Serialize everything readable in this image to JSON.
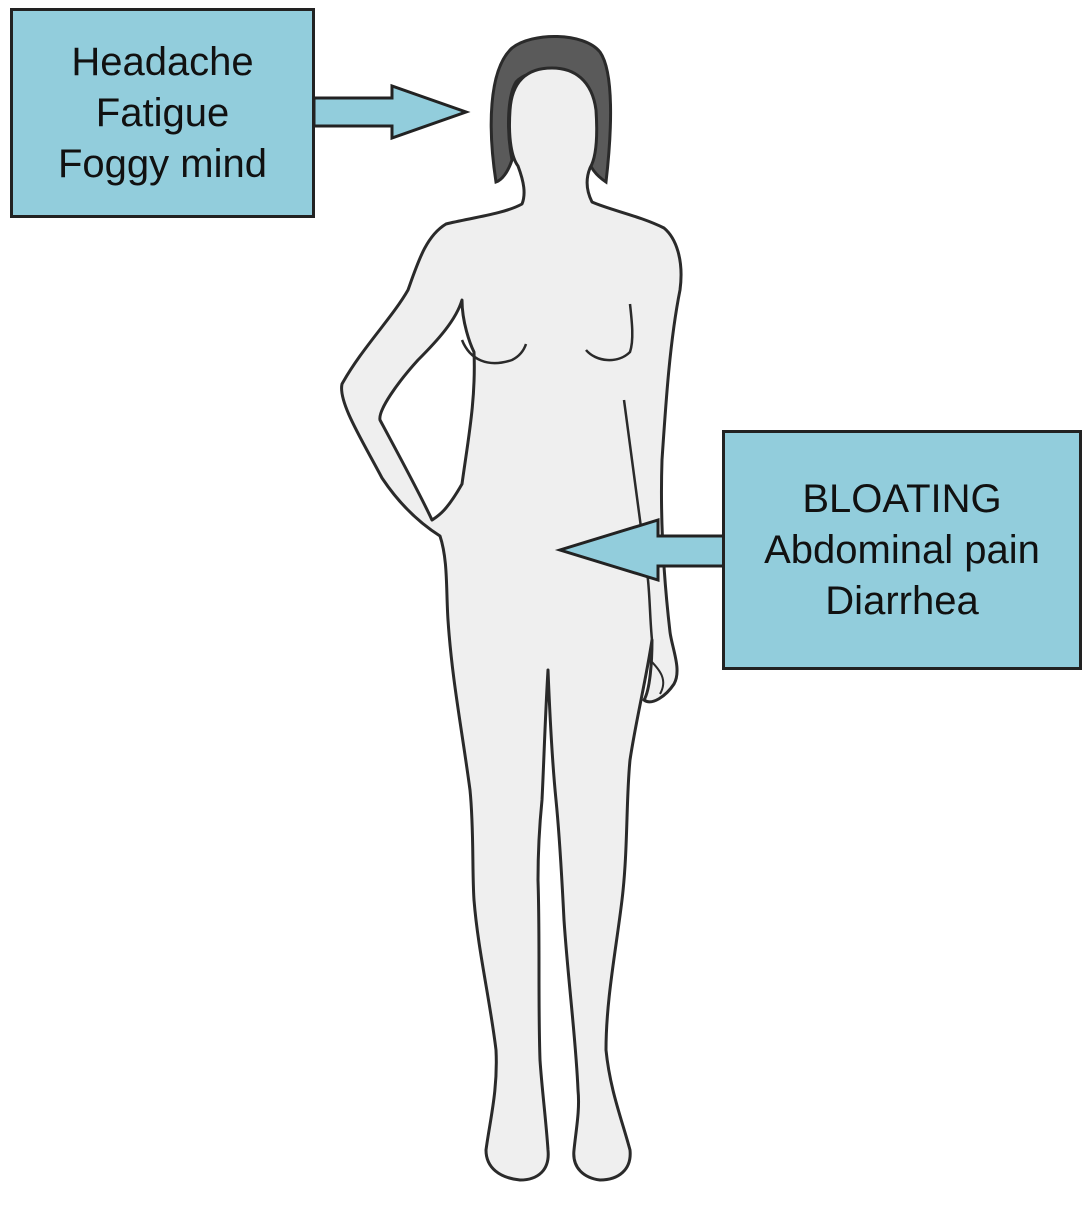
{
  "colors": {
    "callout_fill": "#92cddc",
    "callout_border": "#222222",
    "body_fill": "#efefef",
    "body_outline": "#2a2a2a",
    "hair": "#5a5a5a"
  },
  "callouts": {
    "head": {
      "lines": [
        "Headache",
        "Fatigue",
        "Foggy mind"
      ]
    },
    "abdomen": {
      "lines": [
        "BLOATING",
        "Abdominal pain",
        "Diarrhea"
      ]
    }
  }
}
